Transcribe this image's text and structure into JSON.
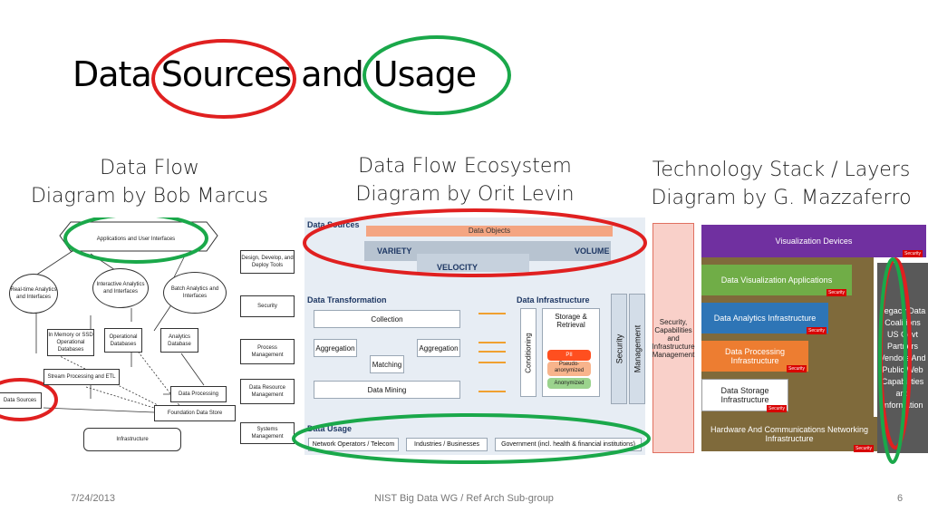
{
  "slide": {
    "title": "Data Sources and Usage",
    "date": "7/24/2013",
    "footer_center": "NIST Big Data WG / Ref Arch Sub-group",
    "page_number": "6"
  },
  "captions": {
    "left": [
      "Data Flow",
      "Diagram by Bob Marcus"
    ],
    "middle": [
      "Data Flow Ecosystem",
      "Diagram by Orit Levin"
    ],
    "right": [
      "Technology Stack / Layers",
      "Diagram by G. Mazzaferro"
    ]
  },
  "diagram1": {
    "apps": "Applications and User Interfaces",
    "realtime": "Real-time Analytics and Interfaces",
    "interactive": "Interactive Analytics and Interfaces",
    "batch": "Batch Analytics and Interfaces",
    "inmemory": "In Memory or SSD Operational Databases",
    "operational": "Operational Databases",
    "analyticsdb": "Analytics Database",
    "stream": "Stream Processing and ETL",
    "datasources": "Data Sources",
    "dataprocessing": "Data Processing",
    "foundation": "Foundation Data Store",
    "infrastructure": "Infrastructure",
    "side": [
      "Design, Develop, and Deploy Tools",
      "Security",
      "Process Management",
      "Data Resource Management",
      "Systems Management"
    ]
  },
  "diagram2": {
    "data_sources": "Data Sources",
    "data_objects": "Data Objects",
    "variety": "VARIETY",
    "velocity": "VELOCITY",
    "volume": "VOLUME",
    "data_transformation": "Data Transformation",
    "data_infrastructure": "Data Infrastructure",
    "collection": "Collection",
    "aggregation": "Aggregation",
    "matching": "Matching",
    "data_mining": "Data Mining",
    "conditioning": "Conditioning",
    "storage": "Storage & Retrieval",
    "pii": "PII",
    "pseudo": "Pseudo-anonymized",
    "anonymized": "Anonymized",
    "security": "Security",
    "management": "Management",
    "data_usage": "Data Usage",
    "usage": [
      "Network Operators / Telecom",
      "Industries / Businesses",
      "Government (incl. health & financial institutions)"
    ]
  },
  "diagram3": {
    "left_panel": "Security, Capabilities and Infrastructure Management",
    "visualization_devices": "Visualization Devices",
    "viz_apps": "Data Visualization Applications",
    "analytics": "Data Analytics Infrastructure",
    "processing": "Data Processing Infrastructure",
    "storage": "Data Storage Infrastructure",
    "hardware": "Hardware And Communications Networking Infrastructure",
    "security_tag": "Security",
    "right_column": "Legacy Data Coalitions US Govt Partners Vendors And Public Web Capabilities and Information"
  },
  "colors": {
    "red_highlight": "#e02020",
    "green_highlight": "#1aa84a",
    "purple": "#7030a0",
    "green_layer": "#70ad47",
    "blue_layer": "#2e75b6",
    "orange_layer": "#ed7d31",
    "olive_layer": "#7f6a3b"
  }
}
